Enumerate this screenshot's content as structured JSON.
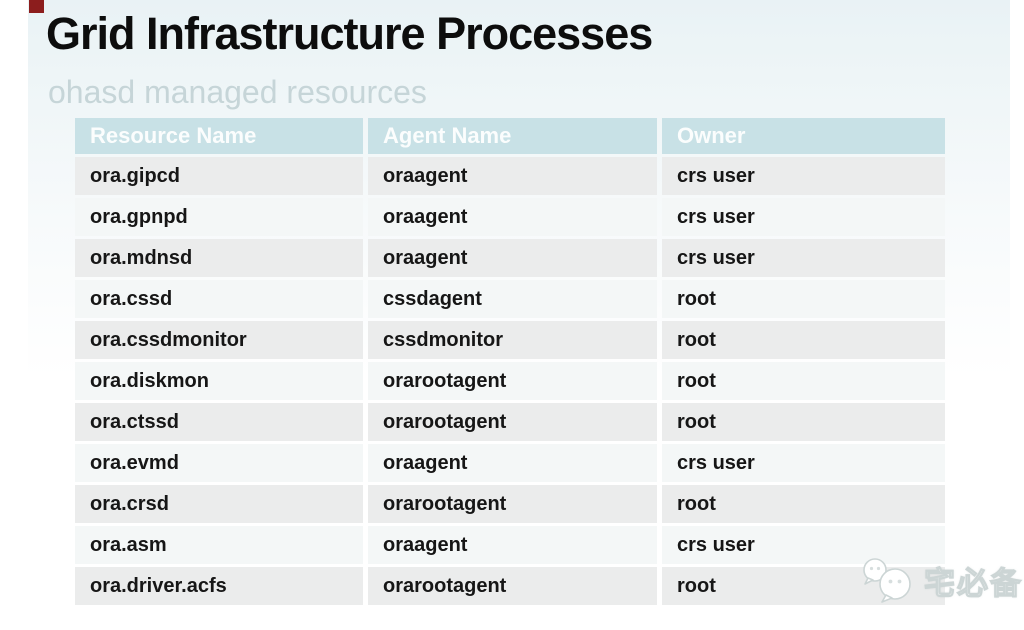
{
  "slide": {
    "title": "Grid Infrastructure Processes",
    "subtitle": "ohasd managed resources"
  },
  "table": {
    "columns": [
      "Resource Name",
      "Agent Name",
      "Owner"
    ],
    "rows": [
      {
        "resource": "ora.gipcd",
        "agent": "oraagent",
        "owner": "crs user"
      },
      {
        "resource": "ora.gpnpd",
        "agent": "oraagent",
        "owner": "crs user"
      },
      {
        "resource": "ora.mdnsd",
        "agent": "oraagent",
        "owner": "crs user"
      },
      {
        "resource": "ora.cssd",
        "agent": "cssdagent",
        "owner": "root"
      },
      {
        "resource": "ora.cssdmonitor",
        "agent": "cssdmonitor",
        "owner": "root"
      },
      {
        "resource": "ora.diskmon",
        "agent": "orarootagent",
        "owner": "root"
      },
      {
        "resource": "ora.ctssd",
        "agent": "orarootagent",
        "owner": "root"
      },
      {
        "resource": "ora.evmd",
        "agent": "oraagent",
        "owner": "crs user"
      },
      {
        "resource": "ora.crsd",
        "agent": "orarootagent",
        "owner": "root"
      },
      {
        "resource": "ora.asm",
        "agent": "oraagent",
        "owner": "crs user"
      },
      {
        "resource": "ora.driver.acfs",
        "agent": "orarootagent",
        "owner": "root"
      }
    ]
  },
  "watermark": {
    "text": "宅必备",
    "icon": "chat-bubbles-icon"
  },
  "colors": {
    "header_bg": "#c8e1e6",
    "row_odd": "#ebecec",
    "row_even": "#f4f7f7",
    "subtitle": "#c6d5d8",
    "accent_mark": "#8c1d1d"
  }
}
